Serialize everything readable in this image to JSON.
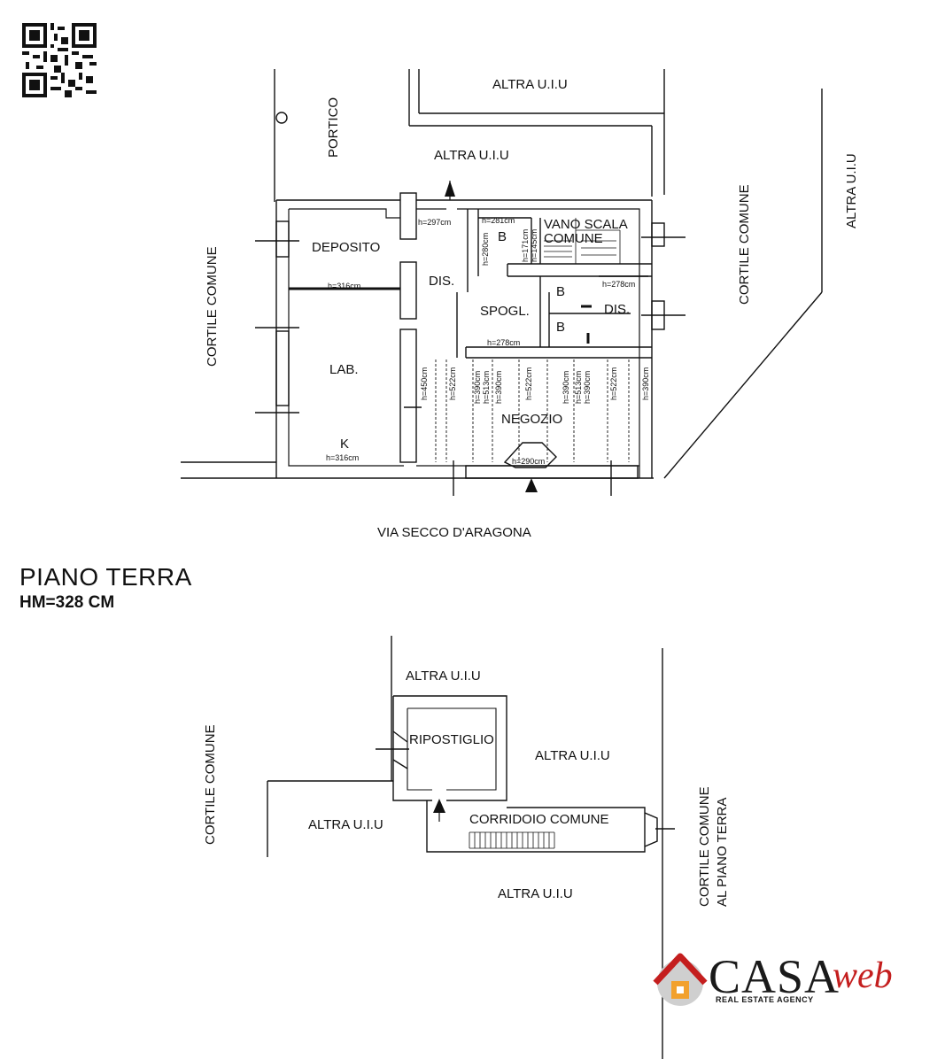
{
  "plan_ground": {
    "rooms": {
      "deposito": "DEPOSITO",
      "lab": "LAB.",
      "k": "K",
      "dis_1": "DIS.",
      "spogl": "SPOGL.",
      "b_1": "B",
      "vano_scala": "VANO SCALA",
      "comune": "COMUNE",
      "b_2": "B",
      "b_3": "B",
      "dis_2": "DIS.",
      "negozio": "NEGOZIO"
    },
    "surroundings": {
      "altra_top": "ALTRA U.I.U",
      "altra_mid": "ALTRA U.I.U",
      "portico": "PORTICO",
      "cortile_left": "CORTILE COMUNE",
      "cortile_right": "CORTILE COMUNE",
      "altra_right": "ALTRA U.I.U",
      "street": "VIA SECCO D'ARAGONA"
    },
    "heights": {
      "h297": "h=297cm",
      "h281": "h=281cm",
      "h280": "h=280cm",
      "h171": "h=171cm",
      "h145": "h=145cm",
      "h316_top": "h=316cm",
      "h278_right": "h=278cm",
      "h278_mid": "h=278cm",
      "h450": "h=450cm",
      "h522_a": "h=522cm",
      "h390_a": "h=390cm",
      "h513_a": "h=513cm",
      "h390_b": "h=390cm",
      "h522_b": "h=522cm",
      "h390_c": "h=390cm",
      "h513_b": "h=513cm",
      "h390_d": "h=390cm",
      "h522_c": "h=522cm",
      "h390_e": "h=390cm",
      "h316_bottom": "h=316cm",
      "h290": "h=290cm"
    }
  },
  "title": {
    "floor": "PIANO TERRA",
    "hm": "HM=328 CM"
  },
  "plan_annex": {
    "ripostiglio": "RIPOSTIGLIO",
    "corridoio": "CORRIDOIO COMUNE",
    "altra_top": "ALTRA U.I.U",
    "altra_right": "ALTRA U.I.U",
    "altra_left": "ALTRA U.I.U",
    "altra_bottom": "ALTRA U.I.U",
    "cortile_left": "CORTILE COMUNE",
    "cortile_right_1": "CORTILE COMUNE",
    "cortile_right_2": "AL PIANO TERRA"
  },
  "logo": {
    "word": "CASA",
    "web": "web",
    "tagline": "REAL ESTATE AGENCY",
    "brand_color": "#c41e1e"
  }
}
